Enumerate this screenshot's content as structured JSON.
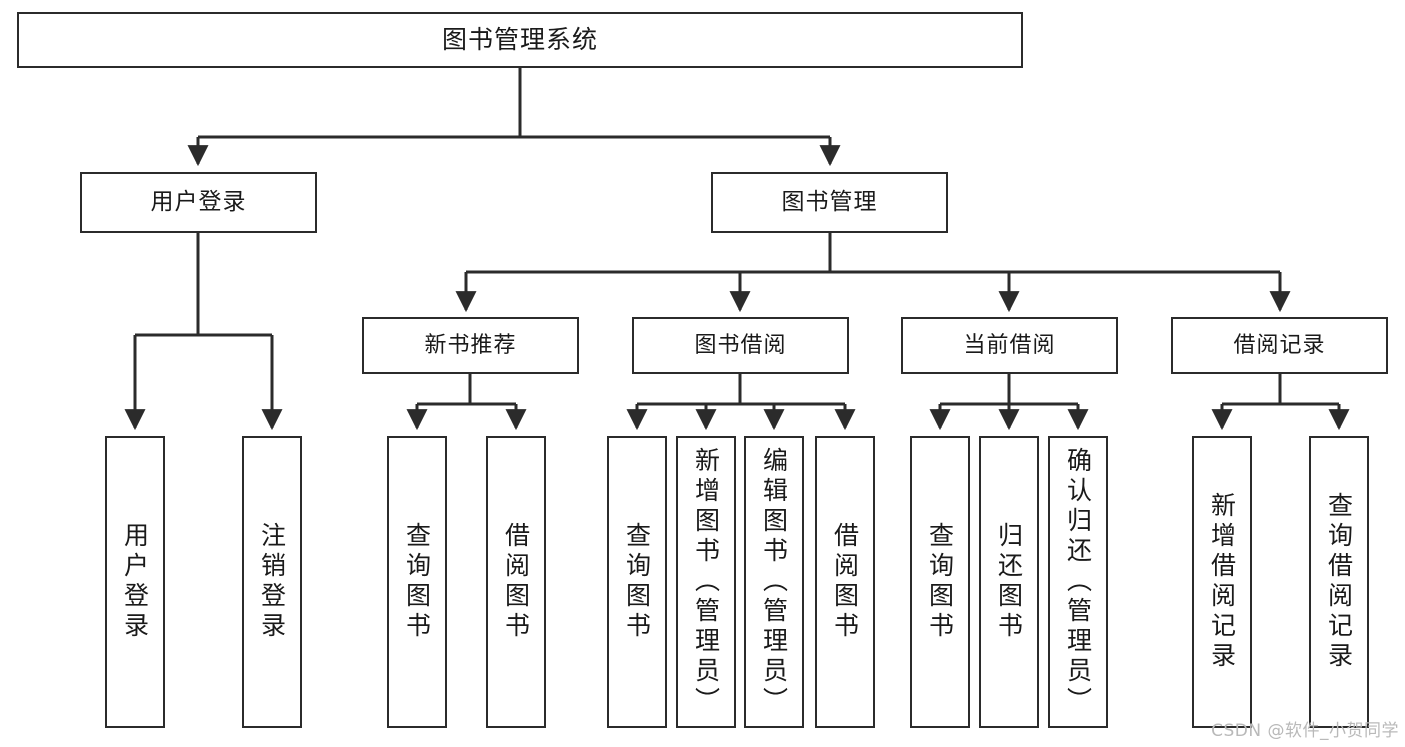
{
  "diagram": {
    "title": "图书管理系统",
    "type": "tree",
    "watermark": "CSDN @软件_小贺同学",
    "colors": {
      "stroke": "#2b2b2b",
      "fill": "#ffffff",
      "text": "#1a1a1a",
      "watermark": "#b9b9b9"
    },
    "nodes": {
      "root": {
        "label": "图书管理系统"
      },
      "level2": [
        {
          "id": "user-login",
          "label": "用户登录"
        },
        {
          "id": "book-manage",
          "label": "图书管理"
        }
      ],
      "level3": [
        {
          "id": "new-book-recommend",
          "label": "新书推荐"
        },
        {
          "id": "book-borrow",
          "label": "图书借阅"
        },
        {
          "id": "current-borrow",
          "label": "当前借阅"
        },
        {
          "id": "borrow-record",
          "label": "借阅记录"
        }
      ],
      "leaves": {
        "user-login": [
          {
            "id": "leaf-user-login",
            "label": "用户登录"
          },
          {
            "id": "leaf-logout-login",
            "label": "注销登录"
          }
        ],
        "new-book-recommend": [
          {
            "id": "leaf-query-book-1",
            "label": "查询图书"
          },
          {
            "id": "leaf-borrow-book-1",
            "label": "借阅图书"
          }
        ],
        "book-borrow": [
          {
            "id": "leaf-query-book-2",
            "label": "查询图书"
          },
          {
            "id": "leaf-add-book-admin",
            "label": "新增图书（管理员）"
          },
          {
            "id": "leaf-edit-book-admin",
            "label": "编辑图书（管理员）"
          },
          {
            "id": "leaf-borrow-book-2",
            "label": "借阅图书"
          }
        ],
        "current-borrow": [
          {
            "id": "leaf-query-book-3",
            "label": "查询图书"
          },
          {
            "id": "leaf-return-book",
            "label": "归还图书"
          },
          {
            "id": "leaf-confirm-return-admin",
            "label": "确认归还（管理员）"
          }
        ],
        "borrow-record": [
          {
            "id": "leaf-add-borrow-record",
            "label": "新增借阅记录"
          },
          {
            "id": "leaf-query-borrow-record",
            "label": "查询借阅记录"
          }
        ]
      }
    }
  }
}
